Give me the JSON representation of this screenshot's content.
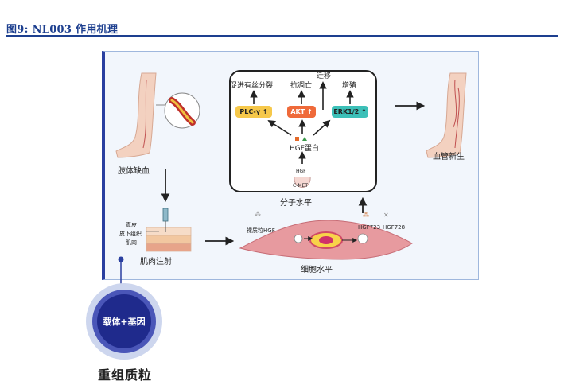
{
  "figure_title": "图9: NL003 作用机理",
  "stages": {
    "limb_ischemia": "肢体缺血",
    "injection": "肌肉注射",
    "molecular_level": "分子水平",
    "cellular_level": "细胞水平",
    "angiogenesis": "血管新生"
  },
  "tissue_layers": [
    "真皮",
    "皮下组织",
    "肌肉"
  ],
  "pathway": {
    "effects": {
      "proliferation_division": "促进有丝分裂",
      "anti_apoptosis": "抗凋亡",
      "migration": "迁移",
      "growth": "增殖"
    },
    "proteins": {
      "plc": "PLC-γ ↑",
      "akt": "AKT ↑",
      "erk": "ERK1/2 ↑"
    },
    "hgf_protein": "HGF蛋白",
    "receptor": {
      "ligand": "HGF",
      "name": "C-MET"
    }
  },
  "cell_labels": {
    "plasmid_hgf": "裸质粒HGF",
    "hgf723": "HGF723",
    "hgf728": "HGF728"
  },
  "vector_label": "载体+基因",
  "plasmid_label": "重组质粒",
  "colors": {
    "title_blue": "#1d3f8f",
    "plc_yellow": "#f6c84a",
    "akt_orange": "#ef6a3a",
    "erk_teal": "#3cc0b8",
    "cell_pink": "#e79a9f",
    "circle_navy": "#1f2a8c"
  }
}
